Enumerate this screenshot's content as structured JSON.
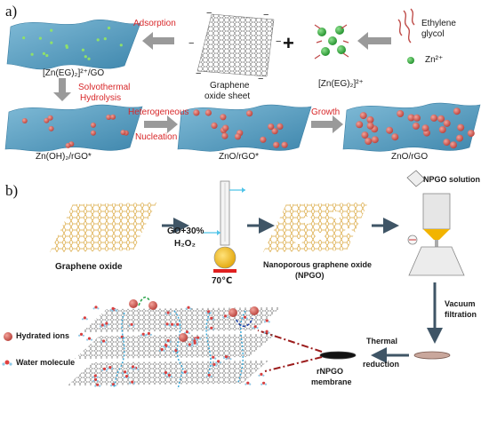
{
  "panel_a": {
    "label": "a)",
    "adsorption": "Adsorption",
    "solvothermal": "Solvothermal",
    "hydrolysis": "Hydrolysis",
    "heterogeneous": "Heterogeneous",
    "nucleation": "Nucleation",
    "growth": "Growth",
    "ethylene": "Ethylene",
    "glycol": "glycol",
    "zn_ion": "Zn²⁺",
    "graphene_oxide": "Graphene",
    "oxide_sheet": "oxide sheet",
    "zn_eg": "[Zn(EG)₂]²⁺",
    "zn_eg_go": "[Zn(EG)₂]²⁺/GO",
    "zn_oh_rgo": "Zn(OH)₂/rGO*",
    "zno_rgo_star": "ZnO/rGO*",
    "zno_rgo": "ZnO/rGO",
    "plus": "+"
  },
  "panel_b": {
    "label": "b)",
    "graphene_oxide": "Graphene oxide",
    "go_reagent_1": "GO+30%",
    "go_reagent_2": "H₂O₂",
    "temperature": "70℃",
    "npgo_1": "Nanoporous graphene oxide",
    "npgo_2": "(NPGO)",
    "npgo_solution": "NPGO solution",
    "vacuum": "Vacuum",
    "filtration": "filtration",
    "thermal": "Thermal",
    "reduction": "reduction",
    "rnpgo": "rNPGO",
    "membrane": "membrane",
    "hydrated_ions": "Hydrated ions",
    "water_molecule": "Water molecule"
  },
  "colors": {
    "sheet": "#5aa3c6",
    "arrow_gray": "#9a9a9a",
    "arrow_dark": "#3f5566",
    "label_red": "#d8282a",
    "lattice": "#e0b040",
    "particle": "#d05050"
  }
}
